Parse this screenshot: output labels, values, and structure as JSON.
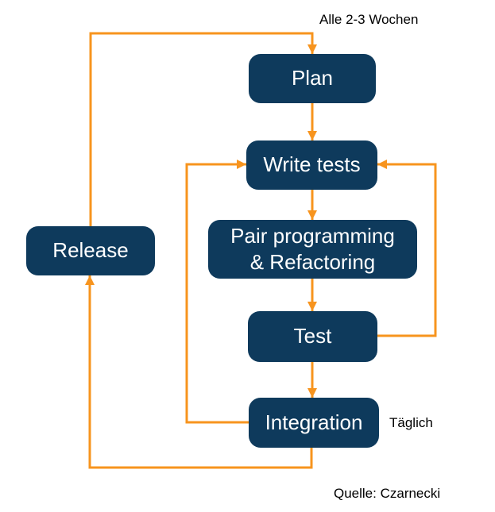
{
  "diagram": {
    "notes": {
      "release_cycle": "Alle 2-3 Wochen",
      "daily_cycle": "Täglich",
      "source": "Quelle: Czarnecki"
    },
    "nodes": {
      "plan": {
        "label": "Plan"
      },
      "write_tests": {
        "label": "Write tests"
      },
      "pair": {
        "lines": [
          "Pair programming",
          "& Refactoring"
        ]
      },
      "test": {
        "label": "Test"
      },
      "integration": {
        "label": "Integration"
      },
      "release": {
        "label": "Release"
      }
    },
    "arrows": [
      "release-to-plan",
      "plan-to-write-tests",
      "write-tests-to-pair-programming",
      "pair-programming-to-test",
      "test-to-integration",
      "test-to-write-tests",
      "integration-to-write-tests",
      "integration-to-release"
    ],
    "colors": {
      "node_fill": "#0e3a5c",
      "node_text": "#ffffff",
      "arrow": "#f7941e",
      "label_text": "#000000"
    }
  }
}
